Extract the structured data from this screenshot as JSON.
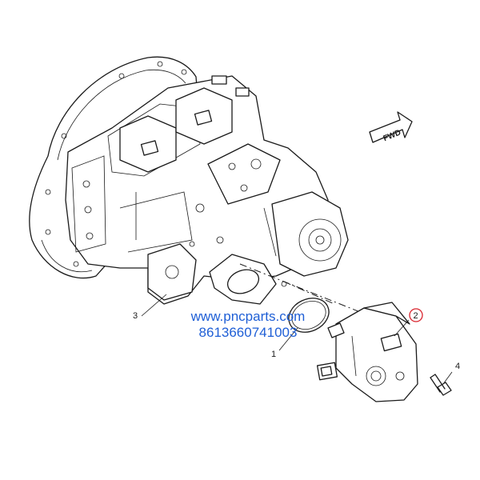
{
  "diagram": {
    "direction_label": "FWD",
    "callouts": {
      "c1": "1",
      "c2": "2",
      "c3": "3",
      "c4": "4"
    },
    "highlight_color": "#d9232d",
    "line_color": "#1a1a1a"
  },
  "watermark": {
    "url": "www.pncparts.com",
    "phone": "8613660741003",
    "color": "#1f5fd6"
  }
}
